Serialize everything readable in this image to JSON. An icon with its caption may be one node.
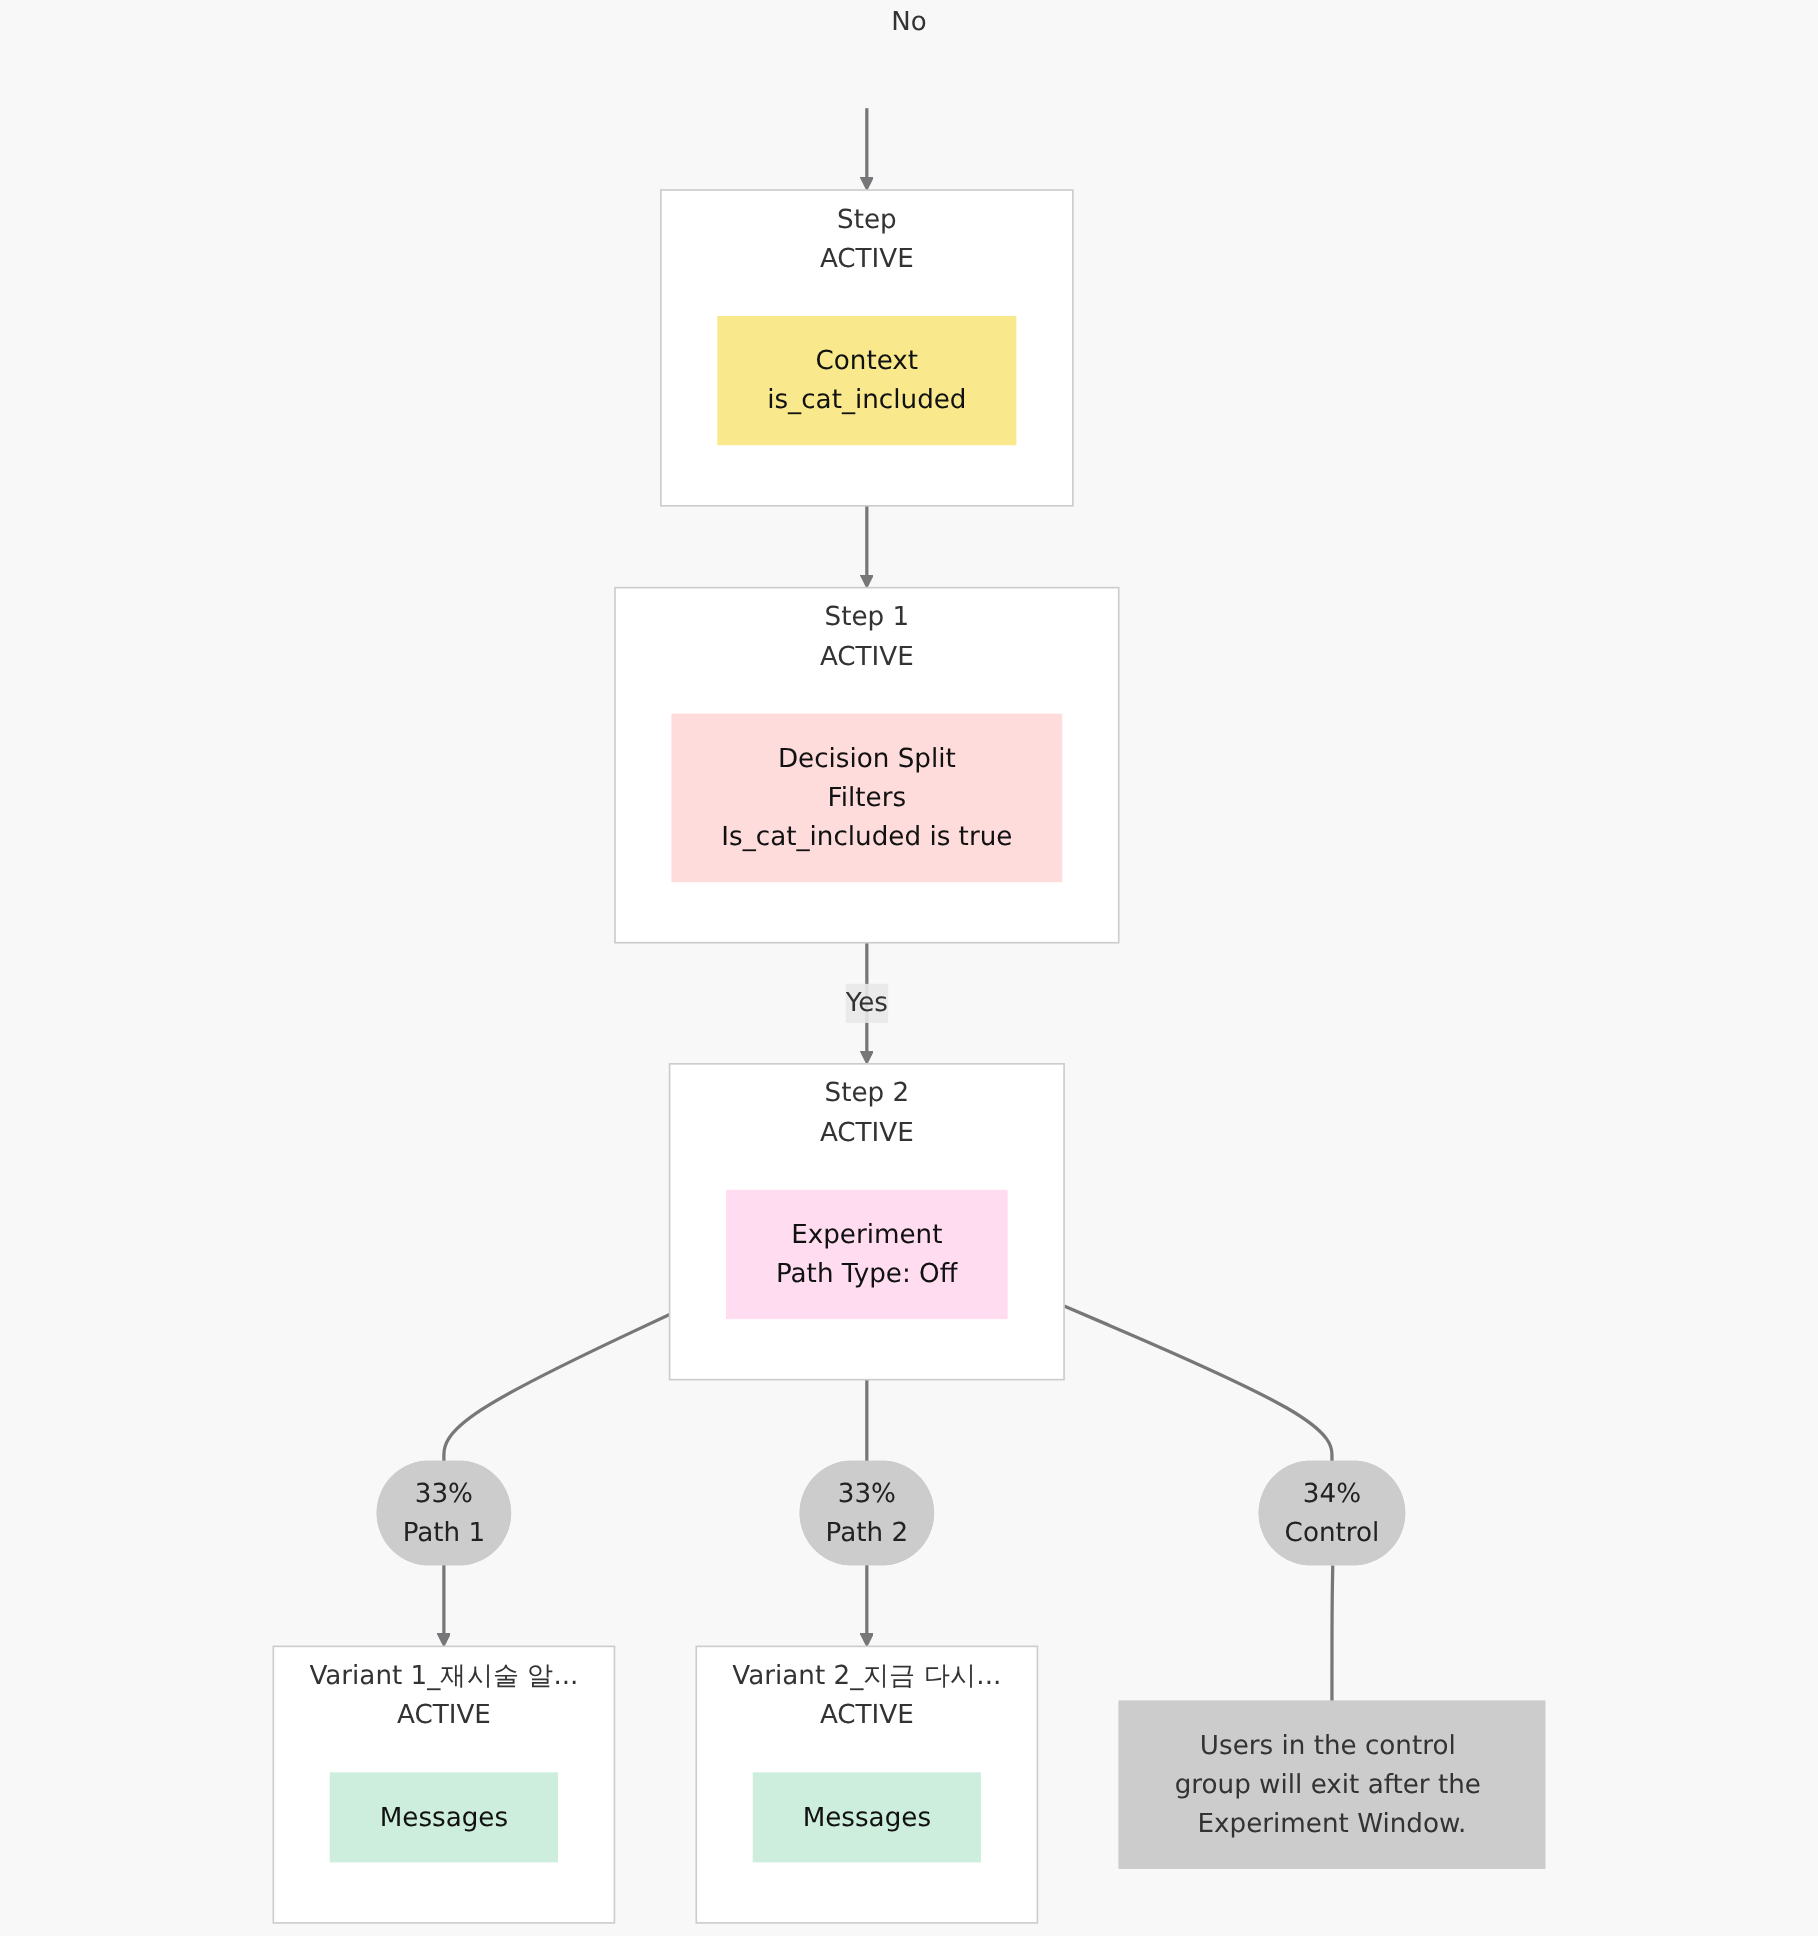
{
  "diagram": {
    "nodes": [
      {
        "text": [
          "Step",
          "ACTIVE"
        ]
      },
      {
        "text": [
          "Context",
          "is_cat_included"
        ],
        "in": 0
      },
      {
        "text": [
          "Step 1",
          "ACTIVE"
        ]
      },
      {
        "text": [
          "Decision Split",
          "Filters",
          "Is_cat_included is true"
        ],
        "in": 2
      },
      {
        "text": [
          "Step 2",
          "ACTIVE"
        ]
      },
      {
        "text": [
          "Experiment",
          "Path Type: Off"
        ],
        "in": 4
      },
      {
        "text": [
          "33%",
          "Path 1"
        ]
      },
      {
        "text": [
          "33%",
          "Path 2"
        ]
      },
      {
        "text": [
          "34%",
          "Control"
        ]
      },
      {
        "text": [
          "Users in the control group will exit after the Experiment Window."
        ]
      },
      {
        "text": [
          "Variant 1_재시술 알...",
          "ACTIVE"
        ]
      },
      {
        "text": [
          "Messages"
        ],
        "in": 10
      },
      {
        "text": [
          "Variant 2_지금 다시...",
          "ACTIVE"
        ]
      },
      {
        "text": [
          "Messages"
        ],
        "in": 12
      }
    ],
    "edges": [
      {
        "from": null,
        "to": 0,
        "arrow": "to"
      },
      {
        "from": 0,
        "to": 2,
        "arrow": "to"
      },
      {
        "from": 2,
        "to": 4,
        "arrow": "to",
        "label": "Yes"
      },
      {
        "from": 4,
        "to": 6,
        "arrow": "none"
      },
      {
        "from": 4,
        "to": 7,
        "arrow": "none"
      },
      {
        "from": 4,
        "to": 8,
        "arrow": "none"
      },
      {
        "from": 6,
        "to": 10,
        "arrow": "to"
      },
      {
        "from": 7,
        "to": 12,
        "arrow": "to"
      },
      {
        "from": 8,
        "to": 9,
        "arrow": "none"
      }
    ],
    "labels": [
      "No"
    ]
  }
}
